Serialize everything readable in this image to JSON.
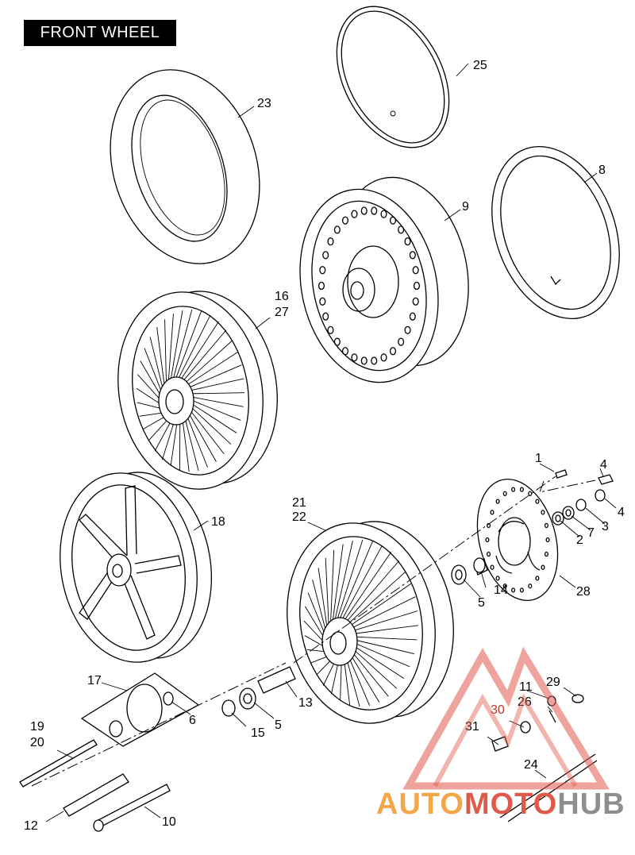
{
  "title": "FRONT WHEEL",
  "labels": {
    "l1": "1",
    "l2": "2",
    "l3": "3",
    "l4a": "4",
    "l4b": "4",
    "l5a": "5",
    "l5b": "5",
    "l6": "6",
    "l7": "7",
    "l8": "8",
    "l9": "9",
    "l10": "10",
    "l11": "11",
    "l12": "12",
    "l13": "13",
    "l14": "14",
    "l15": "15",
    "l16": "16",
    "l17": "17",
    "l18": "18",
    "l19": "19",
    "l20": "20",
    "l21": "21",
    "l22": "22",
    "l23": "23",
    "l24": "24",
    "l25": "25",
    "l26": "26",
    "l27": "27",
    "l28": "28",
    "l29": "29",
    "l30": "30",
    "l31": "31"
  },
  "watermark": {
    "part1": "AUTO",
    "part2": "MOTO",
    "part3": "HUB"
  }
}
